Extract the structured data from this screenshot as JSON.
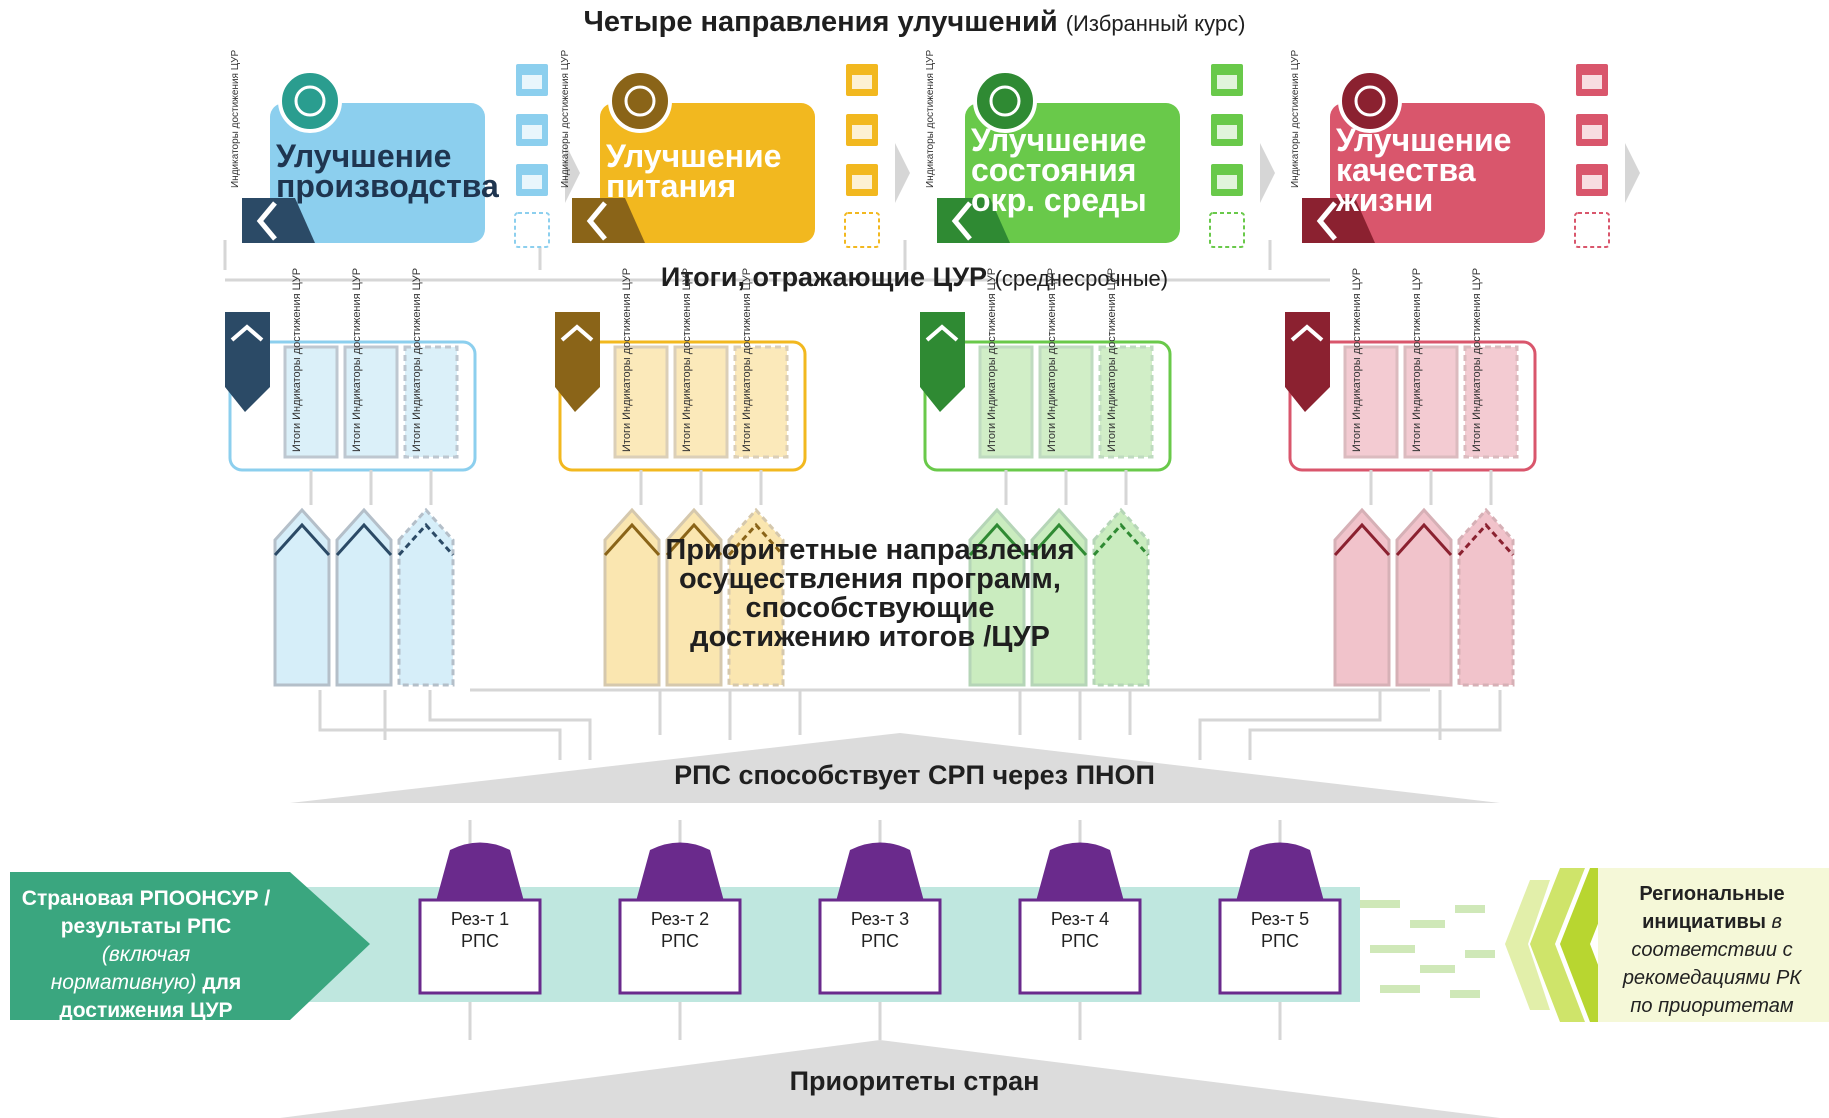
{
  "title": {
    "main": "Четыре направления улучшений",
    "sub": "(Избранный курс)"
  },
  "side_label": "Индикаторы достижения ЦУР",
  "cards": [
    {
      "title": "Улучшение\nпроизводства",
      "color": "#8ccfee",
      "dark": "#2b4a66",
      "text_color": "#1f3550"
    },
    {
      "title": "Улучшение\nпитания",
      "color": "#f2b81f",
      "dark": "#8a6418",
      "text_color": "#ffffff"
    },
    {
      "title": "Улучшение\nсостояния\nокр. среды",
      "color": "#69c94a",
      "dark": "#2f8a33",
      "text_color": "#ffffff"
    },
    {
      "title": "Улучшение\nкачества\nжизни",
      "color": "#d9566c",
      "dark": "#8b2130",
      "text_color": "#ffffff"
    }
  ],
  "outcomes_label": {
    "main": "Итоги, отражающие ЦУР",
    "sub": "(среднесрочные)"
  },
  "outcome_column_label": "Итоги Индикаторы достижения ЦУР",
  "priority_label": "Приоритетные направления\nосуществления программ,\nспособствующие\nдостижению итогов /ЦУР",
  "rps_label": "РПС способствует СРП через ПНОП",
  "results": [
    "Рез-т 1\nРПС",
    "Рез-т 2\nРПС",
    "Рез-т 3\nРПС",
    "Рез-т 4\nРПС",
    "Рез-т 5\nРПС"
  ],
  "country_framework": {
    "line1": "Страновая РПООНСУР /",
    "line2": "результаты РПС",
    "line3": "(включая",
    "line4": "нормативную)",
    "line5": " для",
    "line6": "достижения ЦУР"
  },
  "regional": {
    "bold1": "Региональные",
    "bold2": "инициативы",
    "ital1": " в",
    "ital2": "соответствии с",
    "ital3": "рекомедациями РК",
    "ital4": "по приоритетам"
  },
  "countries_label": "Приоритеты стран",
  "colors": {
    "teal": "#3aa67f",
    "band": "#bfe7df",
    "purple": "#6a2a8c",
    "lime": "#b8d630",
    "grey": "#dcdcdc"
  }
}
